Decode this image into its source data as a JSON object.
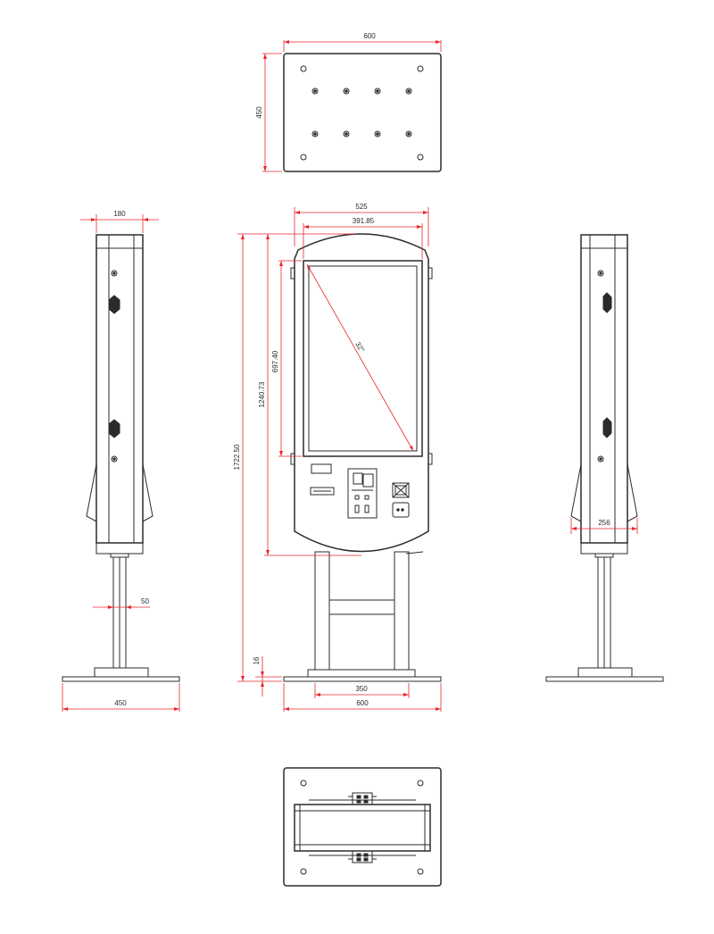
{
  "dimensions": {
    "top_width": "600",
    "top_depth": "450",
    "side_depth": "180",
    "pole_width": "50",
    "side_base_width": "450",
    "front_width": "525",
    "screen_width": "391.85",
    "screen_diagonal": "32\"",
    "screen_height": "697.40",
    "body_height": "1240.73",
    "total_height": "1722.50",
    "base_plate_height": "16",
    "base_stand_width": "350",
    "base_width": "600",
    "right_foot_width": "256"
  },
  "colors": {
    "outline": "#2b2b2b",
    "dimension": "#e8262b",
    "background": "#ffffff"
  }
}
